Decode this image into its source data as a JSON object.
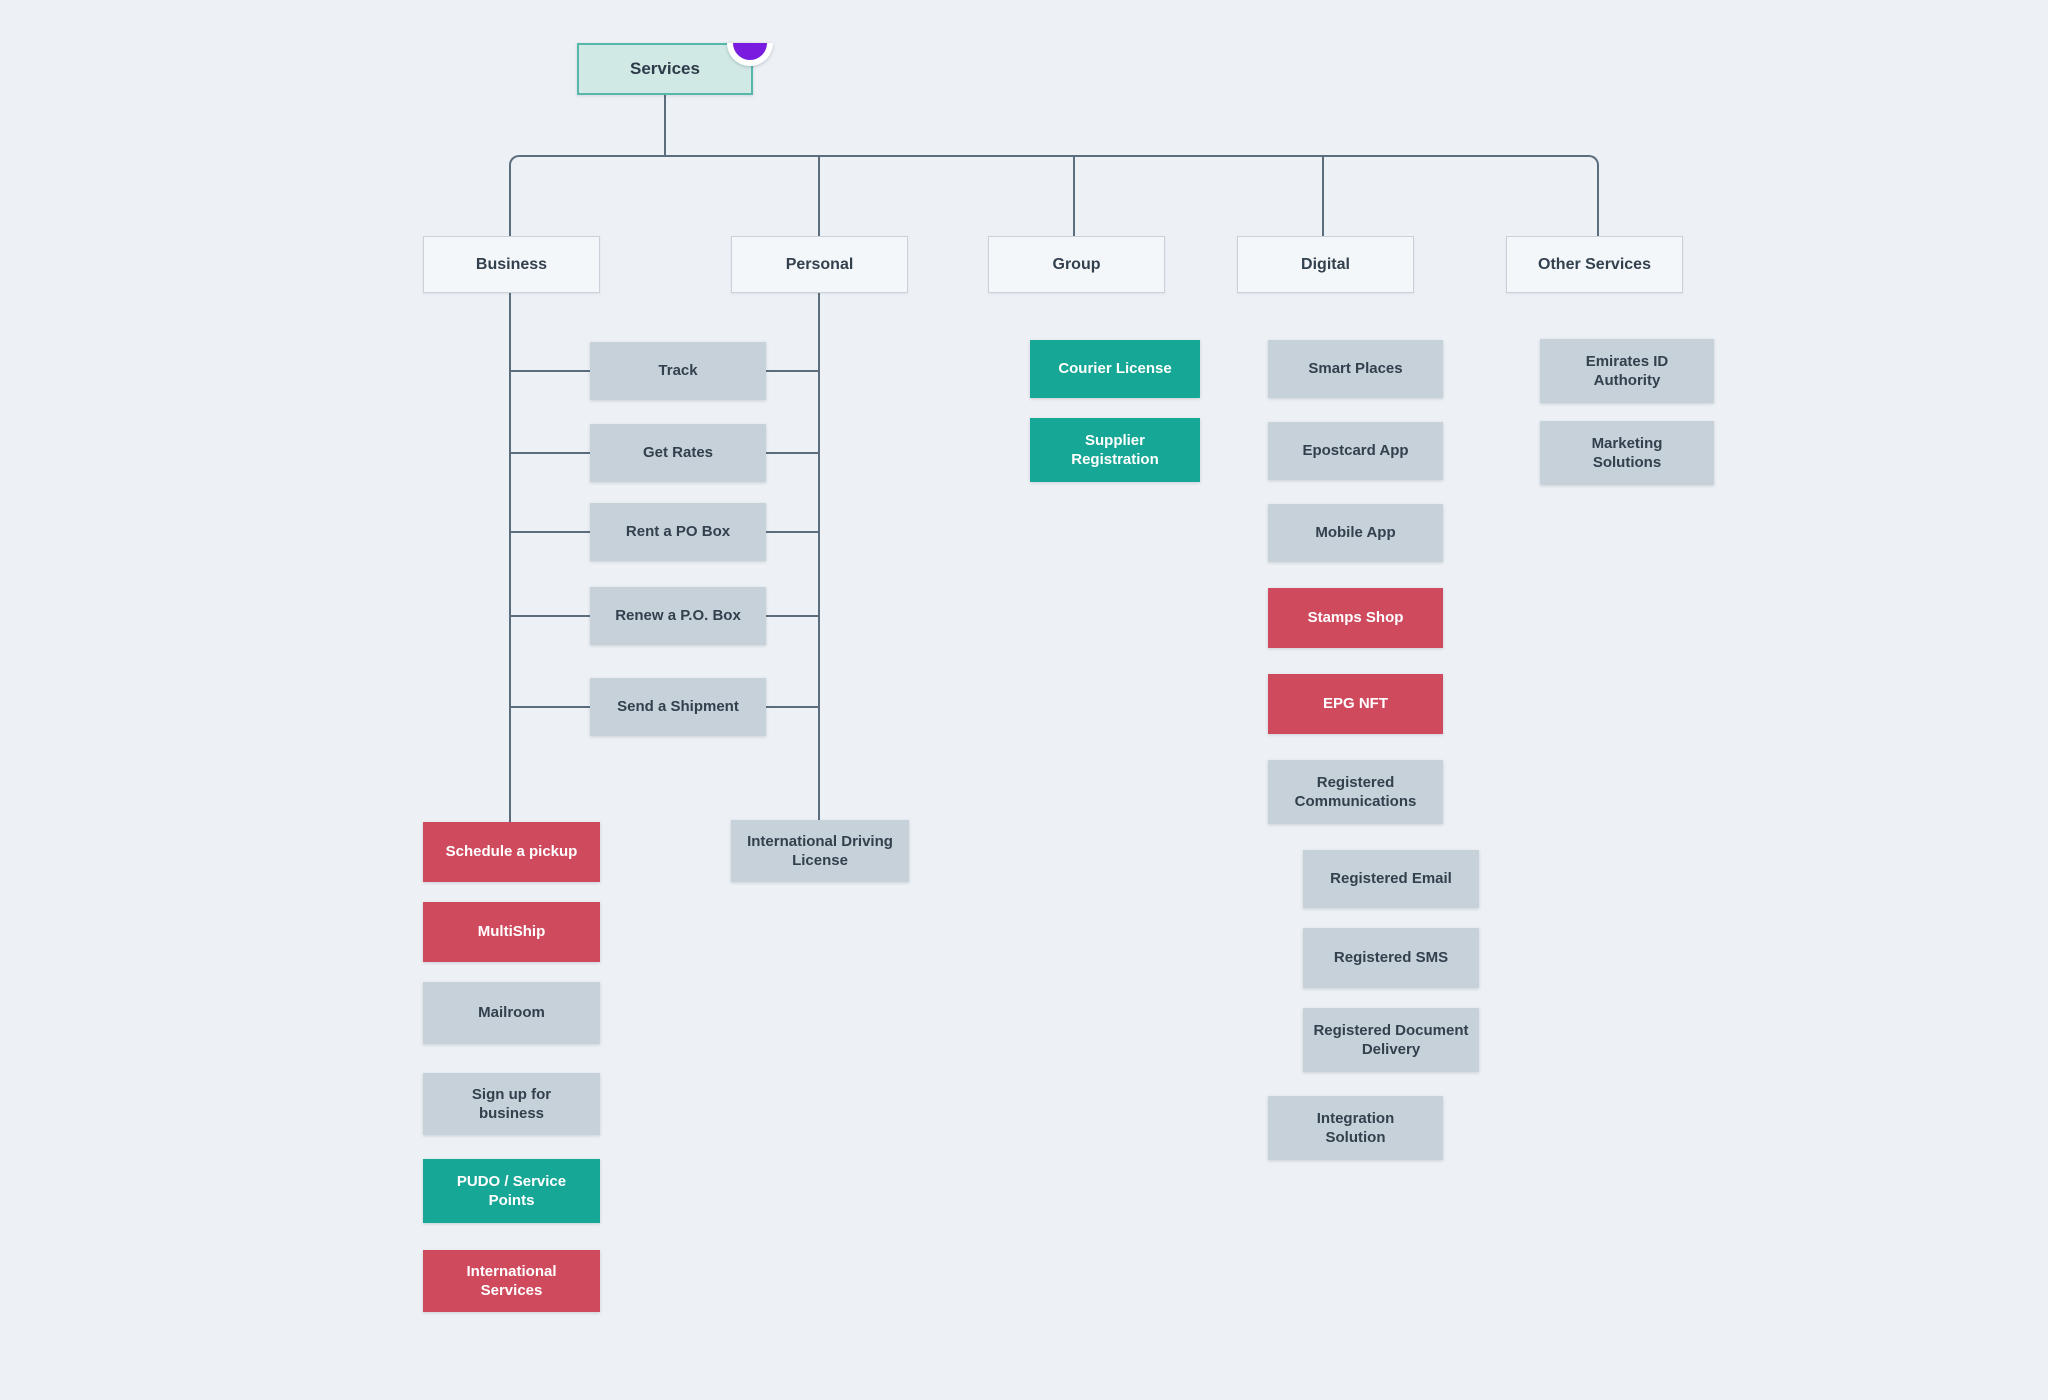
{
  "root": {
    "label": "Services"
  },
  "headers": {
    "business": "Business",
    "personal": "Personal",
    "group": "Group",
    "digital": "Digital",
    "other": "Other Services"
  },
  "shared": {
    "items": [
      {
        "label": "Track",
        "variant": "gray"
      },
      {
        "label": "Get Rates",
        "variant": "gray"
      },
      {
        "label": "Rent a PO Box",
        "variant": "gray"
      },
      {
        "label": "Renew a P.O. Box",
        "variant": "gray"
      },
      {
        "label": "Send a Shipment",
        "variant": "gray"
      }
    ]
  },
  "business": {
    "items": [
      {
        "label": "Schedule a pickup",
        "variant": "red"
      },
      {
        "label": "MultiShip",
        "variant": "red"
      },
      {
        "label": "Mailroom",
        "variant": "gray"
      },
      {
        "label": "Sign up for business",
        "variant": "gray"
      },
      {
        "label": "PUDO / Service Points",
        "variant": "teal"
      },
      {
        "label": "International Services",
        "variant": "red"
      }
    ]
  },
  "personal": {
    "items": [
      {
        "label": "International Driving License",
        "variant": "gray"
      }
    ]
  },
  "group": {
    "items": [
      {
        "label": "Courier License",
        "variant": "teal"
      },
      {
        "label": "Supplier Registration",
        "variant": "teal"
      }
    ]
  },
  "digital": {
    "items": [
      {
        "label": "Smart Places",
        "variant": "gray"
      },
      {
        "label": "Epostcard App",
        "variant": "gray"
      },
      {
        "label": "Mobile App",
        "variant": "gray"
      },
      {
        "label": "Stamps Shop",
        "variant": "red"
      },
      {
        "label": "EPG NFT",
        "variant": "red"
      },
      {
        "label": "Registered Communications",
        "variant": "gray"
      },
      {
        "label": "Registered Email",
        "variant": "gray"
      },
      {
        "label": "Registered SMS",
        "variant": "gray"
      },
      {
        "label": "Registered Document Delivery",
        "variant": "gray"
      },
      {
        "label": "Integration Solution",
        "variant": "gray"
      }
    ]
  },
  "other": {
    "items": [
      {
        "label": "Emirates ID Authority",
        "variant": "gray"
      },
      {
        "label": "Marketing Solutions",
        "variant": "gray"
      }
    ]
  },
  "icons": {
    "presence_badge": "purple-half-disc"
  },
  "palette": {
    "canvas": "#edf1f5",
    "line": "#5c6d7e",
    "node_gray": "#c7d1d9",
    "node_red": "#d04a5e",
    "node_teal": "#17a796",
    "root_fill": "#d0e9e5",
    "root_border": "#57b7ab",
    "header_fill": "#f4f7f9",
    "header_border": "#c9d2da",
    "text_dark": "#33404e",
    "text_light": "#ffffff",
    "presence_purple": "#7a1be0"
  }
}
